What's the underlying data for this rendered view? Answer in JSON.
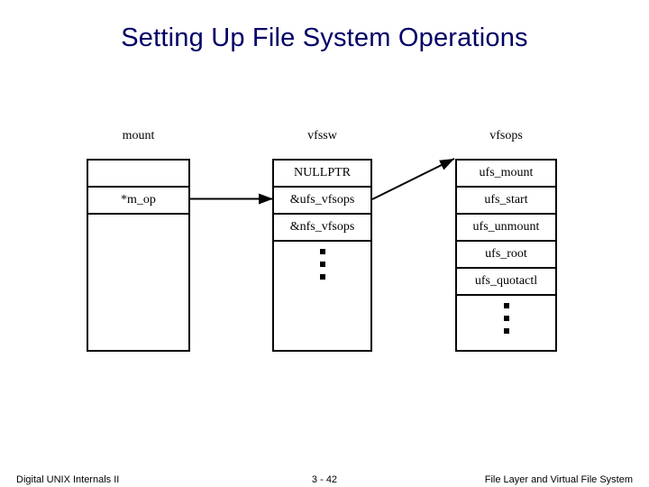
{
  "slide": {
    "title": "Setting Up File System Operations",
    "title_color": "#000066",
    "background_color": "#ffffff",
    "line_color": "#000000"
  },
  "diagram": {
    "columns": [
      {
        "id": "mount",
        "header": "mount",
        "cells": [
          {
            "label": "",
            "empty": true
          },
          {
            "label": "*m_op",
            "empty": false
          }
        ],
        "has_ellipsis": false
      },
      {
        "id": "vfssw",
        "header": "vfssw",
        "cells": [
          {
            "label": "NULLPTR",
            "empty": false
          },
          {
            "label": "&ufs_vfsops",
            "empty": false
          },
          {
            "label": "&nfs_vfsops",
            "empty": false
          }
        ],
        "has_ellipsis": true,
        "ellipsis_dot_count": 3
      },
      {
        "id": "vfsops",
        "header": "vfsops",
        "cells": [
          {
            "label": "ufs_mount",
            "empty": false
          },
          {
            "label": "ufs_start",
            "empty": false
          },
          {
            "label": "ufs_unmount",
            "empty": false
          },
          {
            "label": "ufs_root",
            "empty": false
          },
          {
            "label": "ufs_quotactl",
            "empty": false
          }
        ],
        "has_ellipsis": true,
        "ellipsis_dot_count": 3
      }
    ],
    "arrows": [
      {
        "id": "mop-to-ufs-vfsops",
        "from": "mount.*m_op",
        "to": "vfssw.&ufs_vfsops",
        "style": "horizontal"
      },
      {
        "id": "ufs-vfsops-to-vfsops",
        "from": "vfssw.&ufs_vfsops",
        "to": "vfsops.ufs_mount",
        "style": "diagonal"
      }
    ]
  },
  "footer": {
    "left": "Digital UNIX Internals II",
    "center": "3 - 42",
    "right": "File Layer and Virtual File System"
  }
}
